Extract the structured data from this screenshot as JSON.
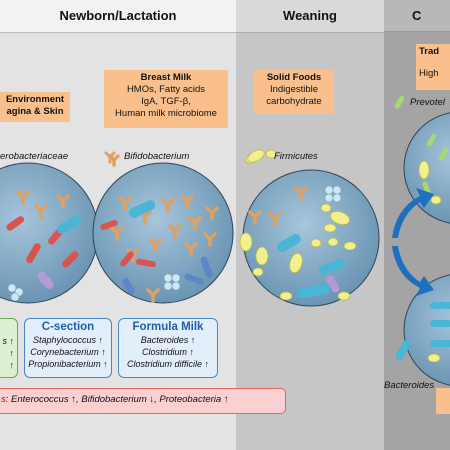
{
  "panels": {
    "newborn": "Newborn/Lactation",
    "weaning": "Weaning",
    "third": "C"
  },
  "env_box": {
    "line1": "Environment",
    "line2": "agina & Skin"
  },
  "breast_milk_box": {
    "title": "Breast Milk",
    "line1": "HMOs, Fatty acids",
    "line2": "IgA, TGF-β,",
    "line3": "Human milk microbiome"
  },
  "solid_foods_box": {
    "title": "Solid Foods",
    "line1": "Indigestible",
    "line2": "carbohydrate"
  },
  "trad_box": {
    "line1": "Trad",
    "line2": "High"
  },
  "labels": {
    "enterobacteriaceae": "erobacteriaceae",
    "bifidobacterium": "Bifidobacterium",
    "firmicutes": "Firmicutes",
    "prevotella": "Prevotel",
    "bacteroides": "Bacteroides"
  },
  "vaginal_box": {
    "line1": "s ↑",
    "line2": "↑",
    "line3": "↑"
  },
  "csection_box": {
    "title": "C-section",
    "line1": "Staphylococcus ↑",
    "line2": "Corynebacterium ↑",
    "line3": "Propionibacterium ↑"
  },
  "formula_box": {
    "title": "Formula Milk",
    "line1": "Bacteroides ↑",
    "line2": "Clostridium ↑",
    "line3": "Clostridium difficile ↑"
  },
  "antibiotics_box": {
    "prefix": "s:",
    "text": "Enterococcus ↑, Bifidobacterium ↓, Proteobacteria ↑"
  },
  "colors": {
    "orange_box": "#f9c08d",
    "blue_border": "#4a86c8",
    "circle_fill": "#5d89a8",
    "arrow_blue": "#1e6fc0"
  }
}
